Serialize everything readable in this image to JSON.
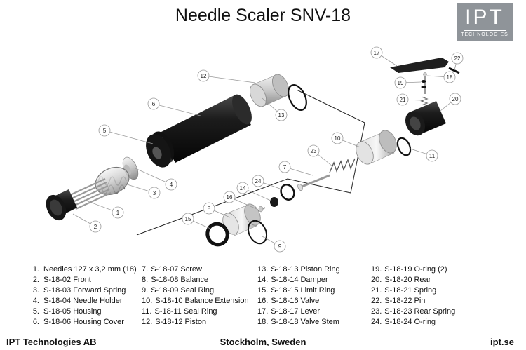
{
  "title": "Needle Scaler SNV-18",
  "logo": {
    "main": "IPT",
    "sub": "TECHNOLOGIES"
  },
  "callouts": [
    "1",
    "2",
    "3",
    "4",
    "5",
    "6",
    "7",
    "8",
    "9",
    "10",
    "11",
    "12",
    "13",
    "14",
    "15",
    "16",
    "17",
    "18",
    "19",
    "20",
    "21",
    "22",
    "23",
    "24"
  ],
  "parts_list": {
    "col1": [
      {
        "num": "1.",
        "text": "Needles 127 x 3,2 mm (18)"
      },
      {
        "num": "2.",
        "text": "S-18-02 Front"
      },
      {
        "num": "3.",
        "text": "S-18-03 Forward Spring"
      },
      {
        "num": "4.",
        "text": "S-18-04 Needle Holder"
      },
      {
        "num": "5.",
        "text": "S-18-05 Housing"
      },
      {
        "num": "6.",
        "text": "S-18-06 Housing Cover"
      }
    ],
    "col2": [
      {
        "num": "7.",
        "text": "S-18-07 Screw"
      },
      {
        "num": "8.",
        "text": "S-18-08 Balance"
      },
      {
        "num": "9.",
        "text": "S-18-09 Seal Ring"
      },
      {
        "num": "10.",
        "text": "S-18-10 Balance Extension"
      },
      {
        "num": "11.",
        "text": "S-18-11 Seal Ring"
      },
      {
        "num": "12.",
        "text": "S-18-12 Piston"
      }
    ],
    "col3": [
      {
        "num": "13.",
        "text": "S-18-13 Piston Ring"
      },
      {
        "num": "14.",
        "text": "S-18-14 Damper"
      },
      {
        "num": "15.",
        "text": "S-18-15 Limit Ring"
      },
      {
        "num": "16.",
        "text": "S-18-16 Valve"
      },
      {
        "num": "17.",
        "text": "S-18-17 Lever"
      },
      {
        "num": "18.",
        "text": "S-18-18 Valve Stem"
      }
    ],
    "col4": [
      {
        "num": "19.",
        "text": "S-18-19 O-ring (2)"
      },
      {
        "num": "20.",
        "text": "S-18-20 Rear"
      },
      {
        "num": "21.",
        "text": "S-18-21 Spring"
      },
      {
        "num": "22.",
        "text": "S-18-22 Pin"
      },
      {
        "num": "23.",
        "text": "S-18-23 Rear Spring"
      },
      {
        "num": "24.",
        "text": "S-18-24 O-ring"
      }
    ]
  },
  "footer": {
    "left": "IPT Technologies AB",
    "center": "Stockholm, Sweden",
    "right": "ipt.se"
  }
}
